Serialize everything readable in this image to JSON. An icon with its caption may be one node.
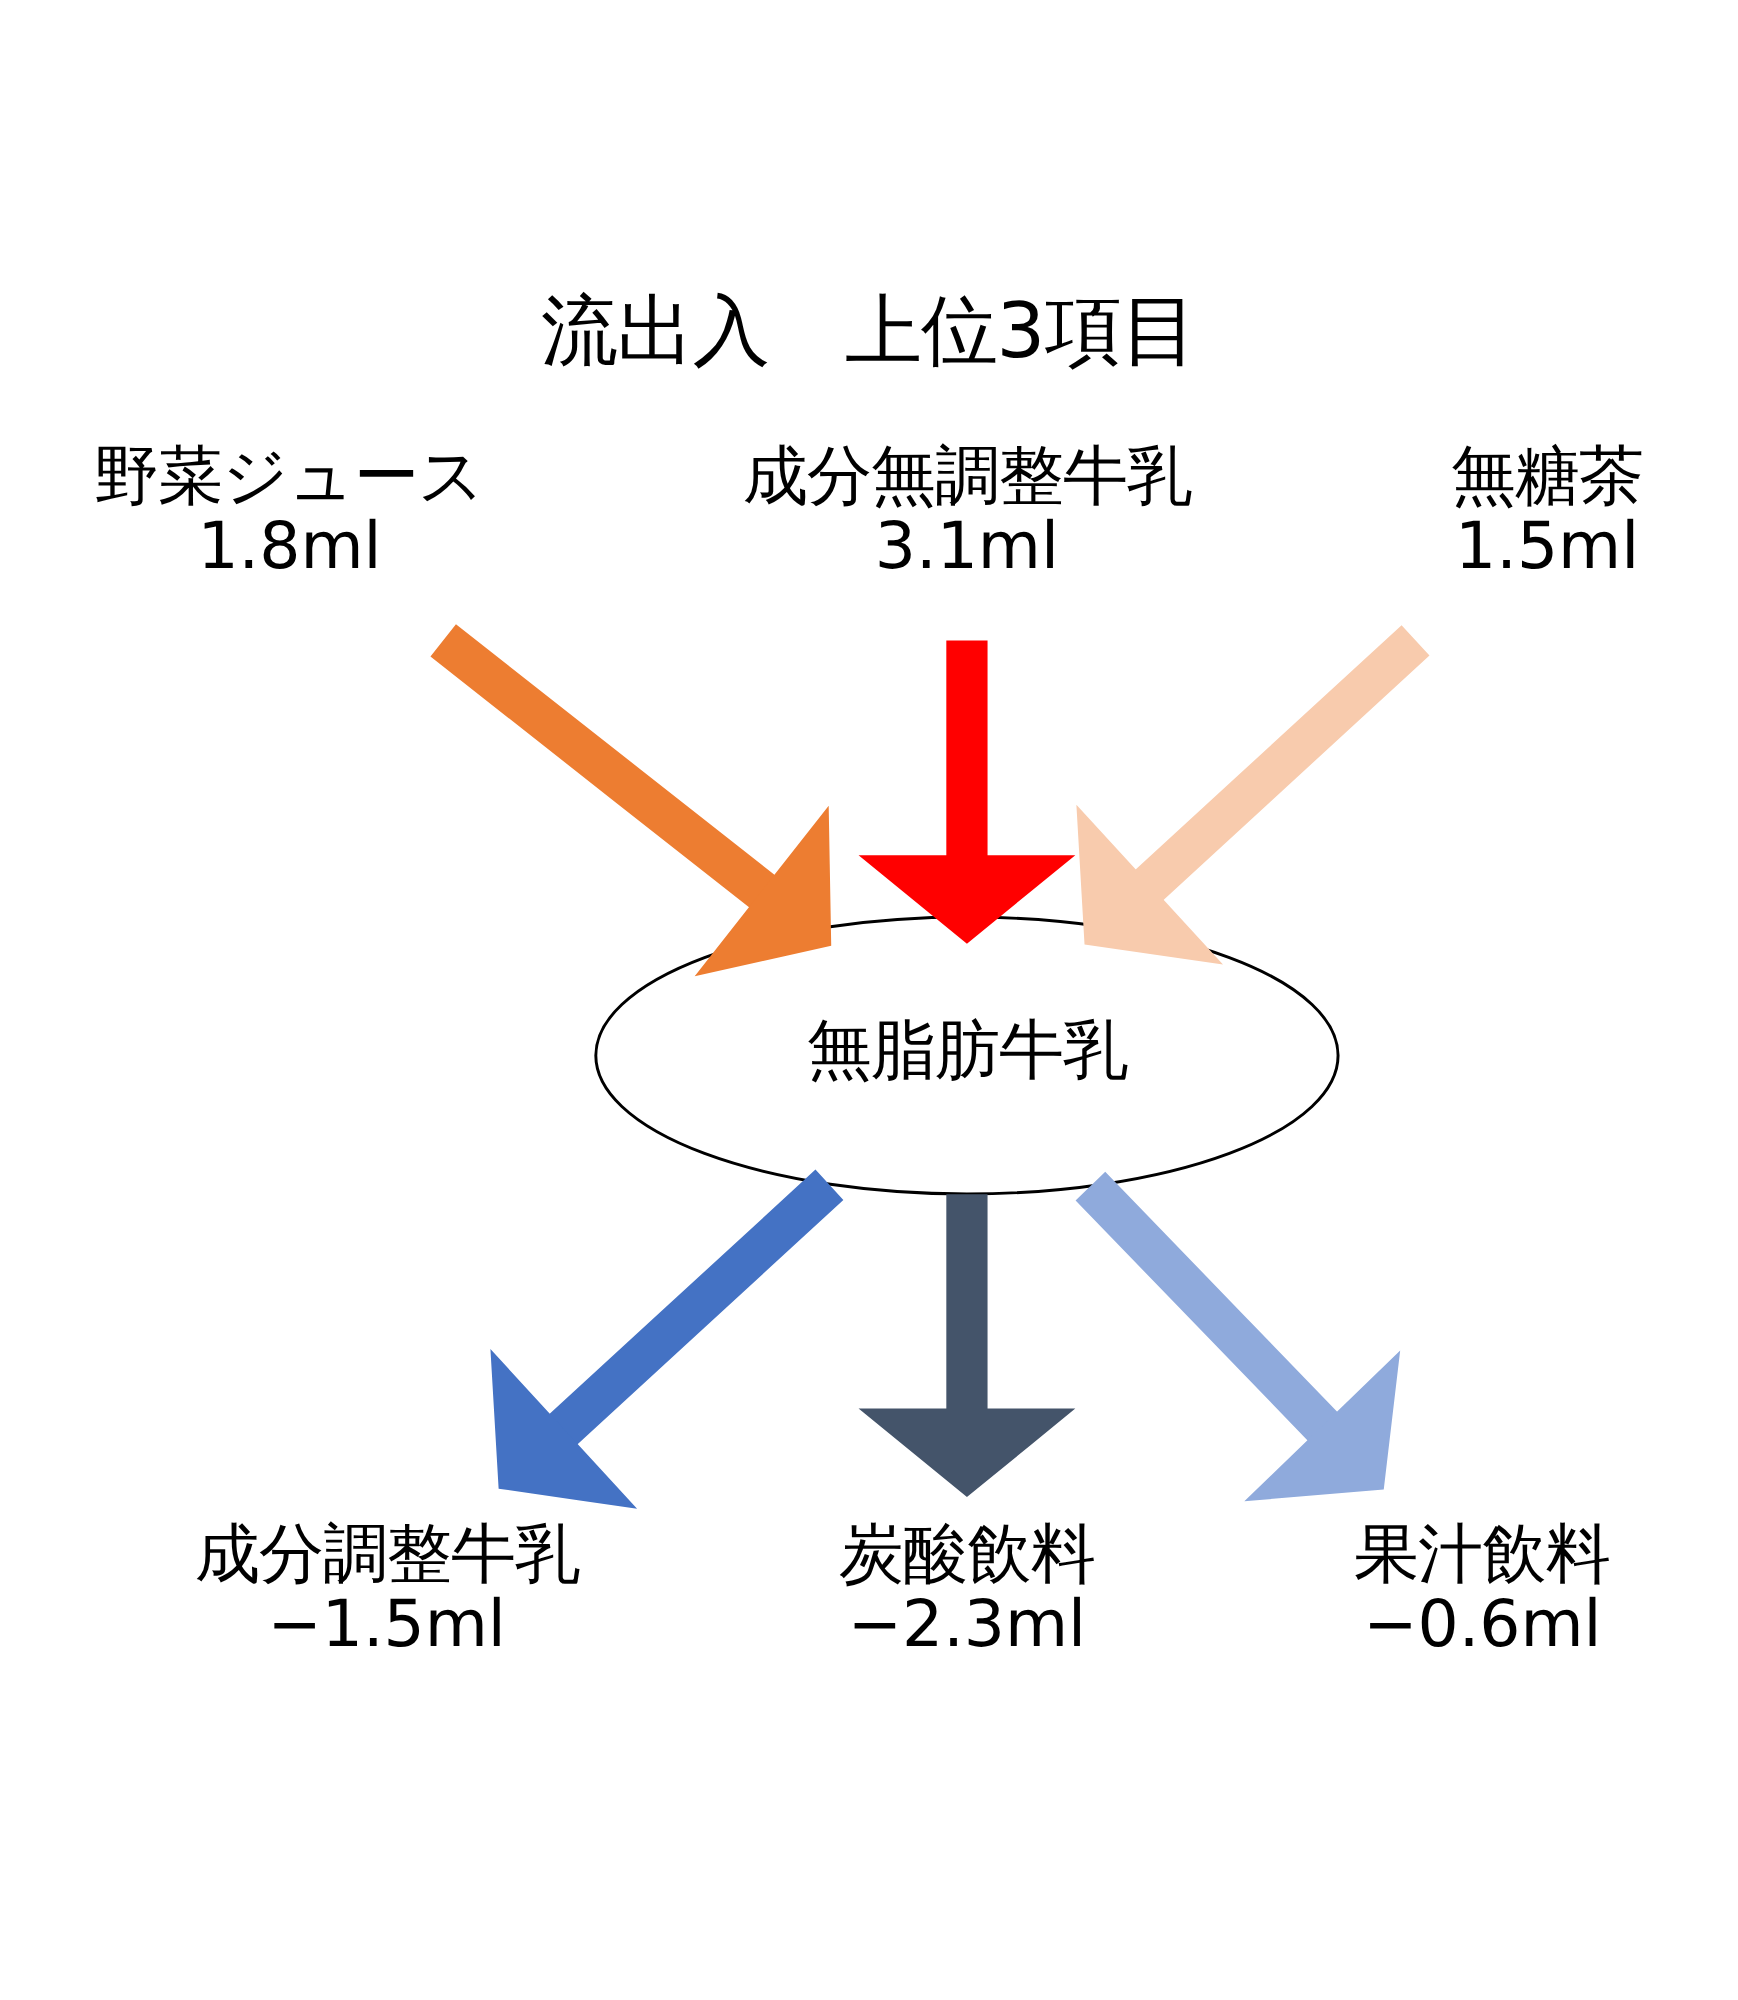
{
  "diagram": {
    "title": "流出入　上位3項目",
    "nodes": [
      {
        "text": [
          "野菜ジュース",
          "1.8ml"
        ]
      },
      {
        "text": [
          "成分無調整牛乳",
          "3.1ml"
        ]
      },
      {
        "text": [
          "無糖茶",
          "1.5ml"
        ]
      },
      {
        "text": [
          "無脂肪牛乳"
        ]
      },
      {
        "text": [
          "成分調整牛乳",
          "−1.5ml"
        ]
      },
      {
        "text": [
          "炭酸飲料",
          "−2.3ml"
        ]
      },
      {
        "text": [
          "果汁飲料",
          "−0.6ml"
        ]
      }
    ],
    "edges": [
      {
        "from": 0,
        "to": 3,
        "arrow": "to",
        "color": "#ed7d31"
      },
      {
        "from": 1,
        "to": 3,
        "arrow": "to",
        "color": "#ff0000"
      },
      {
        "from": 2,
        "to": 3,
        "arrow": "to",
        "color": "#f8cbad"
      },
      {
        "from": 3,
        "to": 4,
        "arrow": "to",
        "color": "#4472c4"
      },
      {
        "from": 3,
        "to": 5,
        "arrow": "to",
        "color": "#44546a"
      },
      {
        "from": 3,
        "to": 6,
        "arrow": "to",
        "color": "#8faadc"
      }
    ]
  }
}
